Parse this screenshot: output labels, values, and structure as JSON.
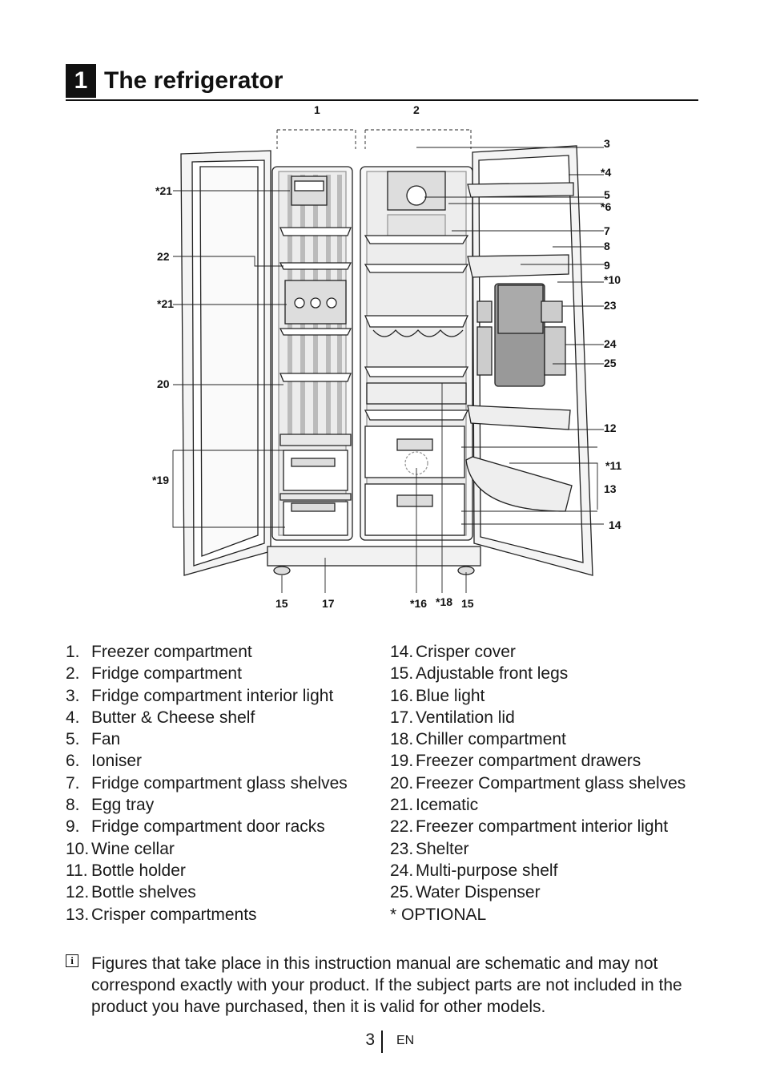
{
  "section": {
    "number": "1",
    "title": "The refrigerator"
  },
  "diagram": {
    "callouts": {
      "c1": "1",
      "c2": "2",
      "c3": "3",
      "c4": "*4",
      "c5": "5",
      "c6": "*6",
      "c7": "7",
      "c8": "8",
      "c9": "9",
      "c10": "*10",
      "c11": "*11",
      "c12": "12",
      "c13": "13",
      "c14": "14",
      "c15a": "15",
      "c15b": "15",
      "c16": "*16",
      "c17": "17",
      "c18": "*18",
      "c19": "*19",
      "c20": "20",
      "c21a": "*21",
      "c21b": "*21",
      "c22": "22",
      "c23": "23",
      "c24": "24",
      "c25": "25"
    }
  },
  "parts_left": [
    {
      "num": "1.",
      "label": "Freezer compartment"
    },
    {
      "num": "2.",
      "label": "Fridge compartment"
    },
    {
      "num": "3.",
      "label": "Fridge compartment interior light"
    },
    {
      "num": "4.",
      "label": "Butter & Cheese shelf"
    },
    {
      "num": "5.",
      "label": "Fan"
    },
    {
      "num": "6.",
      "label": "Ioniser"
    },
    {
      "num": "7.",
      "label": "Fridge compartment glass shelves"
    },
    {
      "num": "8.",
      "label": "Egg tray"
    },
    {
      "num": "9.",
      "label": "Fridge compartment door racks"
    },
    {
      "num": "10.",
      "label": "Wine cellar"
    },
    {
      "num": "11.",
      "label": "Bottle holder"
    },
    {
      "num": "12.",
      "label": "Bottle shelves"
    },
    {
      "num": "13.",
      "label": "Crisper compartments"
    }
  ],
  "parts_right": [
    {
      "num": "14.",
      "label": "Crisper cover"
    },
    {
      "num": "15.",
      "label": "Adjustable front legs"
    },
    {
      "num": "16.",
      "label": "Blue light"
    },
    {
      "num": "17.",
      "label": "Ventilation lid"
    },
    {
      "num": "18.",
      "label": "Chiller compartment"
    },
    {
      "num": "19.",
      "label": "Freezer compartment drawers"
    },
    {
      "num": "20.",
      "label": "Freezer Compartment glass shelves"
    },
    {
      "num": "21.",
      "label": "Icematic"
    },
    {
      "num": "22.",
      "label": "Freezer compartment interior light"
    },
    {
      "num": "23.",
      "label": "Shelter"
    },
    {
      "num": "24.",
      "label": "Multi-purpose shelf"
    },
    {
      "num": "25.",
      "label": "Water Dispenser"
    }
  ],
  "optional_note": "* OPTIONAL",
  "note": {
    "icon": "info-icon",
    "icon_glyph": "i",
    "text": "Figures that take place in this instruction manual are schematic and may not correspond exactly with your product. If the subject parts are not included in the product you have purchased, then it is valid for other models."
  },
  "footer": {
    "page": "3",
    "lang": "EN"
  }
}
